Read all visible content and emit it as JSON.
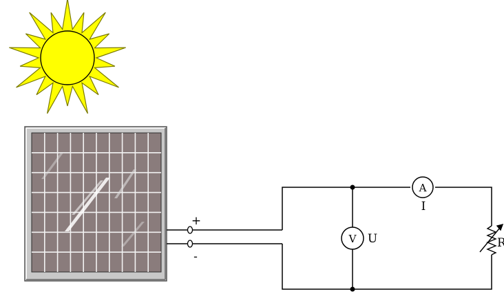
{
  "terminals": {
    "plus": "+",
    "minus": "-"
  },
  "voltmeter": {
    "symbol": "V",
    "quantity": "U"
  },
  "ammeter": {
    "symbol": "A",
    "quantity": "I"
  },
  "resistor": {
    "quantity": "R"
  },
  "colors": {
    "sun_fill": "#ffff00",
    "sun_stroke": "#7a7a00",
    "panel_frame": "#c8c8c8",
    "panel_cells": "#8a7c7c",
    "wire": "#000000"
  }
}
